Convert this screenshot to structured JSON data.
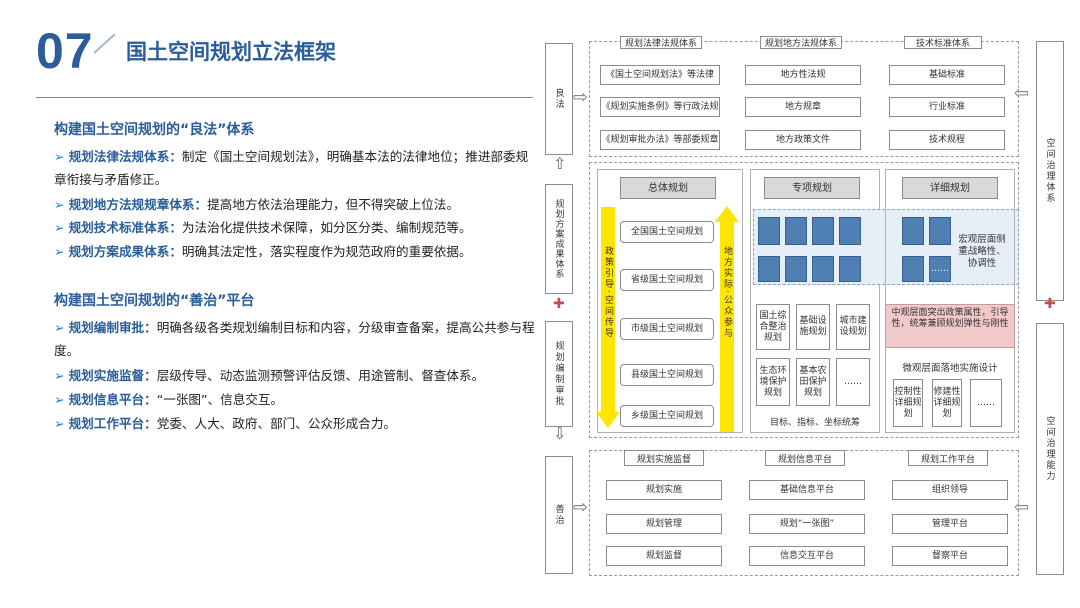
{
  "header": {
    "number": "07",
    "title": "国土空间规划立法框架"
  },
  "left": {
    "section1": {
      "heading": "构建国土空间规划的“良法”体系",
      "items": [
        {
          "bold": "规划法律法规体系：",
          "text": "制定《国土空间规划法》，明确基本法的法律地位；推进部委规章衔接与矛盾修正。"
        },
        {
          "bold": "规划地方法规规章体系：",
          "text": "提高地方依法治理能力，但不得突破上位法。"
        },
        {
          "bold": "规划技术标准体系：",
          "text": "为法治化提供技术保障，如分区分类、编制规范等。"
        },
        {
          "bold": "规划方案成果体系：",
          "text": "明确其法定性，落实程度作为规范政府的重要依据。"
        }
      ]
    },
    "section2": {
      "heading": "构建国土空间规划的“善治”平台",
      "items": [
        {
          "bold": "规划编制审批：",
          "text": "明确各级各类规划编制目标和内容，分级审查备案，提高公共参与程度。"
        },
        {
          "bold": "规划实施监督：",
          "text": "层级传导、动态监测预警评估反馈、用途管制、督查体系。"
        },
        {
          "bold": "规划信息平台：",
          "text": "“一张图”、信息交互。"
        },
        {
          "bold": "规划工作平台：",
          "text": "党委、人大、政府、部门、公众形成合力。"
        }
      ]
    }
  },
  "diagram": {
    "side_left": [
      "良法",
      "规划方案成果体系",
      "规划编制审批",
      "善治"
    ],
    "side_right": [
      "空间治理体系",
      "空间治理能力"
    ],
    "laws": {
      "columns": [
        {
          "title": "规划法律法规体系",
          "items": [
            "《国土空间规划法》等法律",
            "《规划实施条例》等行政法规",
            "《规划审批办法》等部委规章"
          ]
        },
        {
          "title": "规划地方法规体系",
          "items": [
            "地方性法规",
            "地方规章",
            "地方政策文件"
          ]
        },
        {
          "title": "技术标准体系",
          "items": [
            "基础标准",
            "行业标准",
            "技术规程"
          ]
        }
      ]
    },
    "plans": {
      "overall": {
        "title": "总体规划",
        "levels": [
          "全国国土空间规划",
          "省级国土空间规划",
          "市级国土空间规划",
          "县级国土空间规划",
          "乡级国土空间规划"
        ],
        "down_arrow": "政策引导·空间传导",
        "up_arrow": "地方实际·公众参与"
      },
      "special": {
        "title": "专项规划",
        "blue": [
          "",
          "",
          "",
          "",
          "",
          "",
          "",
          "",
          "",
          ""
        ],
        "items": [
          "国土综合整治规划",
          "基础设施规划",
          "城市建设规划",
          "生态环境保护规划",
          "基本农田保护规划",
          "……"
        ],
        "footer": "目标、指标、坐标统筹"
      },
      "detail": {
        "title": "详细规划",
        "macro": "宏观层面侧重战略性、协调性",
        "meso": "中观层面突出政策属性，引导性，统筹兼顾规划弹性与刚性",
        "micro_title": "微观层面落地实施设计",
        "micro_items": [
          "控制性详细规划",
          "修建性详细规划",
          "……"
        ],
        "ellipsis": "……"
      }
    },
    "platforms": {
      "columns": [
        {
          "title": "规划实施监督",
          "items": [
            "规划实施",
            "规划管理",
            "规划监督"
          ]
        },
        {
          "title": "规划信息平台",
          "items": [
            "基础信息平台",
            "规划“一张图”",
            "信息交互平台"
          ]
        },
        {
          "title": "规划工作平台",
          "items": [
            "组织领导",
            "管理平台",
            "督察平台"
          ]
        }
      ]
    },
    "colors": {
      "accent": "#2a5d99",
      "arrow_yellow": "#ffe600",
      "blue_box": "#4f7fb3",
      "meso_red": "#f2c9c9",
      "macro_blue": "#dde8f5",
      "plus": "#c0504d"
    }
  }
}
